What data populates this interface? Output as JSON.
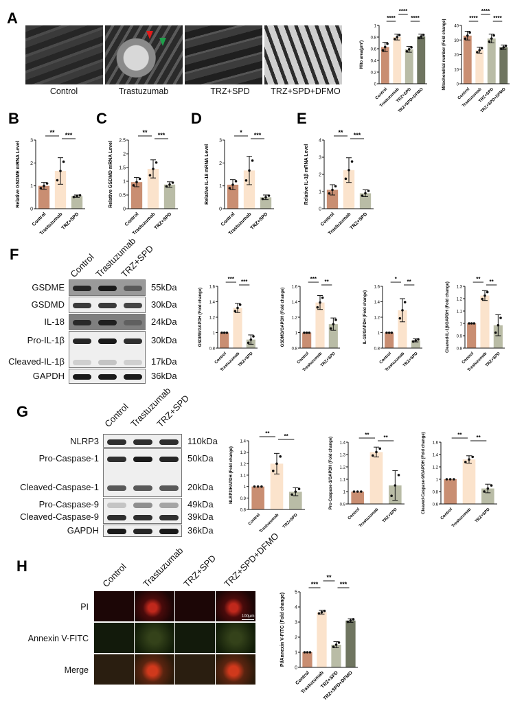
{
  "panels": {
    "A": {
      "letter": "A",
      "images": [
        {
          "caption": "Control"
        },
        {
          "caption": "Trastuzumab"
        },
        {
          "caption": "TRZ+SPD"
        },
        {
          "caption": "TRZ+SPD+DFMO"
        }
      ]
    },
    "B": {
      "letter": "B"
    },
    "C": {
      "letter": "C"
    },
    "D": {
      "letter": "D"
    },
    "E": {
      "letter": "E"
    },
    "F": {
      "letter": "F",
      "lanes": [
        "Control",
        "Trastuzumab",
        "TRZ+SPD"
      ],
      "blots": [
        {
          "protein": "GSDME",
          "kda": "55kDa"
        },
        {
          "protein": "GSDMD",
          "kda": "30kDa"
        },
        {
          "protein": "IL-18",
          "kda": "24kDa"
        },
        {
          "protein": "Pro-IL-1β",
          "kda": "30kDa"
        },
        {
          "protein": "Cleaved-IL-1β",
          "kda": "17kDa"
        },
        {
          "protein": "GAPDH",
          "kda": "36kDa"
        }
      ]
    },
    "G": {
      "letter": "G",
      "lanes": [
        "Control",
        "Trastuzumab",
        "TRZ+SPD"
      ],
      "blots": [
        {
          "protein": "NLRP3",
          "kda": "110kDa"
        },
        {
          "protein": "Pro-Caspase-1",
          "kda": "50kDa"
        },
        {
          "protein": "Cleaved-Caspase-1",
          "kda": "20kDa"
        },
        {
          "protein": "Pro-Caspase-9",
          "kda": "49kDa"
        },
        {
          "protein": "Cleaved-Caspase-9",
          "kda": "39kDa"
        },
        {
          "protein": "GAPDH",
          "kda": "36kDa"
        }
      ]
    },
    "H": {
      "letter": "H",
      "columns": [
        "Control",
        "Trastuzumab",
        "TRZ+SPD",
        "TRZ+SPD+DFMO"
      ],
      "rows": [
        "PI",
        "Annexin V-FITC",
        "Merge"
      ],
      "scale_bar": "100μm"
    }
  },
  "colors": {
    "control": "#c98e72",
    "trastuzumab": "#fbe3cc",
    "trz_spd": "#b9bca6",
    "trz_spd_dfmo": "#6f7560"
  },
  "chart_data": [
    {
      "id": "A1",
      "type": "bar",
      "title": "",
      "xlabel": "",
      "ylabel": "Mito area(μm²)",
      "categories": [
        "Control",
        "Trastuzumab",
        "TRZ+SPD",
        "TRZ+SPD+DFMO"
      ],
      "values": [
        0.63,
        0.8,
        0.59,
        0.81
      ],
      "errors": [
        0.08,
        0.05,
        0.05,
        0.04
      ],
      "ylim": [
        0,
        1.0
      ],
      "yticks": [
        0.0,
        0.2,
        0.4,
        0.6,
        0.8,
        1.0
      ],
      "significance": [
        {
          "pair": [
            0,
            1
          ],
          "label": "****"
        },
        {
          "pair": [
            1,
            2
          ],
          "label": "****"
        },
        {
          "pair": [
            2,
            3
          ],
          "label": "****"
        }
      ]
    },
    {
      "id": "A2",
      "type": "bar",
      "title": "",
      "xlabel": "",
      "ylabel": "Mitochondrial number (Fold change)",
      "categories": [
        "Control",
        "Trastuzumab",
        "TRZ+SPD",
        "TRZ+SPD+DFMO"
      ],
      "values": [
        33,
        23,
        31,
        25
      ],
      "errors": [
        3,
        2,
        3,
        1.5
      ],
      "ylim": [
        0,
        40
      ],
      "yticks": [
        0,
        10,
        20,
        30,
        40
      ],
      "significance": [
        {
          "pair": [
            0,
            1
          ],
          "label": "****"
        },
        {
          "pair": [
            1,
            2
          ],
          "label": "****"
        },
        {
          "pair": [
            2,
            3
          ],
          "label": "****"
        }
      ]
    },
    {
      "id": "B",
      "type": "bar",
      "ylabel": "Relative GSDME mRNA Level",
      "categories": [
        "Control",
        "Trastuzumab",
        "TRZ+SPD"
      ],
      "values": [
        1.0,
        1.65,
        0.55
      ],
      "errors": [
        0.15,
        0.58,
        0.05
      ],
      "ylim": [
        0,
        3
      ],
      "yticks": [
        0,
        1,
        2,
        3
      ],
      "significance": [
        {
          "pair": [
            0,
            1
          ],
          "label": "**"
        },
        {
          "pair": [
            1,
            2
          ],
          "label": "***"
        }
      ]
    },
    {
      "id": "C",
      "type": "bar",
      "ylabel": "Relative GSDMD mRNA Level",
      "categories": [
        "Control",
        "Trastuzumab",
        "TRZ+SPD"
      ],
      "values": [
        0.97,
        1.45,
        0.88
      ],
      "errors": [
        0.17,
        0.33,
        0.1
      ],
      "ylim": [
        0,
        2.5
      ],
      "yticks": [
        0.0,
        0.5,
        1.0,
        1.5,
        2.0,
        2.5
      ],
      "significance": [
        {
          "pair": [
            0,
            1
          ],
          "label": "**"
        },
        {
          "pair": [
            1,
            2
          ],
          "label": "***"
        }
      ]
    },
    {
      "id": "D",
      "type": "bar",
      "ylabel": "Relative IL-18 mRNA Level",
      "categories": [
        "Control",
        "Trastuzumab",
        "TRZ+SPD"
      ],
      "values": [
        1.05,
        1.67,
        0.5
      ],
      "errors": [
        0.22,
        0.62,
        0.1
      ],
      "ylim": [
        0,
        3
      ],
      "yticks": [
        0,
        1,
        2,
        3
      ],
      "significance": [
        {
          "pair": [
            0,
            1
          ],
          "label": "*"
        },
        {
          "pair": [
            1,
            2
          ],
          "label": "***"
        }
      ]
    },
    {
      "id": "E",
      "type": "bar",
      "ylabel": "Relative IL-1β mRNA Level",
      "categories": [
        "Control",
        "Trastuzumab",
        "TRZ+SPD"
      ],
      "values": [
        1.1,
        2.25,
        0.9
      ],
      "errors": [
        0.3,
        0.72,
        0.2
      ],
      "ylim": [
        0,
        4
      ],
      "yticks": [
        0,
        1,
        2,
        3,
        4
      ],
      "significance": [
        {
          "pair": [
            0,
            1
          ],
          "label": "**"
        },
        {
          "pair": [
            1,
            2
          ],
          "label": "***"
        }
      ]
    },
    {
      "id": "F1",
      "type": "bar",
      "ylabel": "GSDME/GAPDH (Fold change)",
      "categories": [
        "Control",
        "Trastuzumab",
        "TRZ+SPD"
      ],
      "values": [
        1.0,
        1.32,
        0.91
      ],
      "errors": [
        0,
        0.06,
        0.06
      ],
      "ylim": [
        0.8,
        1.6
      ],
      "yticks": [
        0.8,
        1.0,
        1.2,
        1.4,
        1.6
      ],
      "significance": [
        {
          "pair": [
            0,
            1
          ],
          "label": "***"
        },
        {
          "pair": [
            1,
            2
          ],
          "label": "***"
        }
      ]
    },
    {
      "id": "F2",
      "type": "bar",
      "ylabel": "GSDMD/GAPDH (Fold change)",
      "categories": [
        "Control",
        "Trastuzumab",
        "TRZ+SPD"
      ],
      "values": [
        1.0,
        1.39,
        1.11
      ],
      "errors": [
        0,
        0.09,
        0.08
      ],
      "ylim": [
        0.8,
        1.6
      ],
      "yticks": [
        0.8,
        1.0,
        1.2,
        1.4,
        1.6
      ],
      "significance": [
        {
          "pair": [
            0,
            1
          ],
          "label": "***"
        },
        {
          "pair": [
            1,
            2
          ],
          "label": "**"
        }
      ]
    },
    {
      "id": "F3",
      "type": "bar",
      "ylabel": "IL-18/GAPDH (Fold change)",
      "categories": [
        "Control",
        "Trastuzumab",
        "TRZ+SPD"
      ],
      "values": [
        1.0,
        1.29,
        0.9
      ],
      "errors": [
        0,
        0.15,
        0.02
      ],
      "ylim": [
        0.8,
        1.6
      ],
      "yticks": [
        0.8,
        1.0,
        1.2,
        1.4,
        1.6
      ],
      "significance": [
        {
          "pair": [
            0,
            1
          ],
          "label": "*"
        },
        {
          "pair": [
            1,
            2
          ],
          "label": "**"
        }
      ]
    },
    {
      "id": "F4",
      "type": "bar",
      "ylabel": "Cleaved-IL-1β/GAPDH (Fold change)",
      "categories": [
        "Control",
        "Trastuzumab",
        "TRZ+SPD"
      ],
      "values": [
        1.0,
        1.225,
        0.985
      ],
      "errors": [
        0,
        0.04,
        0.085
      ],
      "ylim": [
        0.8,
        1.3
      ],
      "yticks": [
        0.8,
        0.9,
        1.0,
        1.1,
        1.2,
        1.3
      ],
      "significance": [
        {
          "pair": [
            0,
            1
          ],
          "label": "**"
        },
        {
          "pair": [
            1,
            2
          ],
          "label": "**"
        }
      ]
    },
    {
      "id": "G1",
      "type": "bar",
      "ylabel": "NLRP3/HAPDH (Fold change)",
      "categories": [
        "Control",
        "Trastuzumab",
        "TRZ+SPD"
      ],
      "values": [
        1.0,
        1.2,
        0.955
      ],
      "errors": [
        0,
        0.09,
        0.035
      ],
      "ylim": [
        0.8,
        1.4
      ],
      "yticks": [
        0.8,
        0.9,
        1.0,
        1.1,
        1.2,
        1.3,
        1.4
      ],
      "significance": [
        {
          "pair": [
            0,
            1
          ],
          "label": "**"
        },
        {
          "pair": [
            1,
            2
          ],
          "label": "**"
        }
      ]
    },
    {
      "id": "G2",
      "type": "bar",
      "ylabel": "Pro-Caspase-1/GAPDH (Fold change)",
      "categories": [
        "Control",
        "Trastuzumab",
        "TRZ+SPD"
      ],
      "values": [
        1.0,
        1.32,
        1.05
      ],
      "errors": [
        0,
        0.04,
        0.12
      ],
      "ylim": [
        0.9,
        1.4
      ],
      "yticks": [
        0.9,
        1.0,
        1.1,
        1.2,
        1.3,
        1.4
      ],
      "significance": [
        {
          "pair": [
            0,
            1
          ],
          "label": "**"
        },
        {
          "pair": [
            1,
            2
          ],
          "label": "**"
        }
      ]
    },
    {
      "id": "G3",
      "type": "bar",
      "ylabel": "Cleaved-Caspase-9/GAPDH (Fold change)",
      "categories": [
        "Control",
        "Trastuzumab",
        "TRZ+SPD"
      ],
      "values": [
        1.0,
        1.32,
        0.85
      ],
      "errors": [
        0,
        0.06,
        0.07
      ],
      "ylim": [
        0.6,
        1.6
      ],
      "yticks": [
        0.6,
        0.8,
        1.0,
        1.2,
        1.4,
        1.6
      ],
      "significance": [
        {
          "pair": [
            0,
            1
          ],
          "label": "**"
        },
        {
          "pair": [
            1,
            2
          ],
          "label": "**"
        }
      ]
    },
    {
      "id": "H",
      "type": "bar",
      "ylabel": "PI/Annexin V-FITC (Fold change)",
      "categories": [
        "Control",
        "Trastuzumab",
        "TRZ+SPD",
        "TRZ+SPD+DFMO"
      ],
      "values": [
        1.0,
        3.65,
        1.5,
        3.1
      ],
      "errors": [
        0,
        0.12,
        0.2,
        0.12
      ],
      "ylim": [
        0,
        5
      ],
      "yticks": [
        0,
        1,
        2,
        3,
        4,
        5
      ],
      "significance": [
        {
          "pair": [
            0,
            1
          ],
          "label": "***"
        },
        {
          "pair": [
            1,
            2
          ],
          "label": "**"
        },
        {
          "pair": [
            2,
            3
          ],
          "label": "***"
        }
      ]
    }
  ]
}
